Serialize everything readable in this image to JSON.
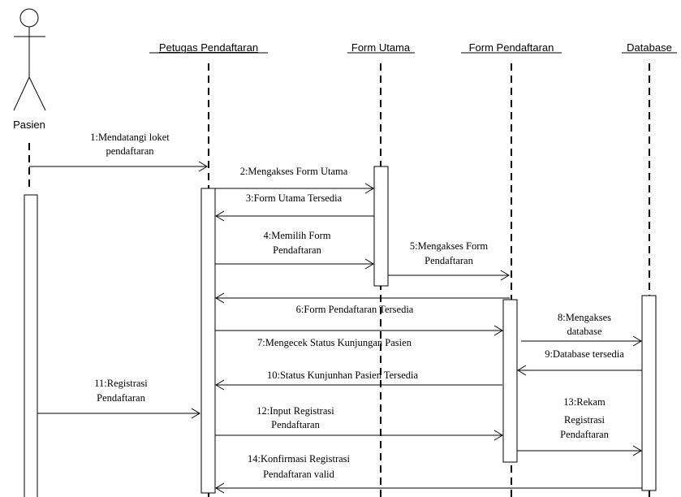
{
  "actor": {
    "name": "Pasien"
  },
  "objects": [
    {
      "id": "petugas",
      "name": "Petugas Pendaftaran"
    },
    {
      "id": "form_utama",
      "name": "Form Utama"
    },
    {
      "id": "form_pendaftaran",
      "name": "Form Pendaftaran"
    },
    {
      "id": "database",
      "name": "Database"
    }
  ],
  "messages": [
    {
      "num": 1,
      "from": "pasien",
      "to": "petugas",
      "lines": [
        "1:Mendatangi loket",
        "pendaftaran"
      ]
    },
    {
      "num": 2,
      "from": "petugas",
      "to": "form_utama",
      "lines": [
        "2:Mengakses Form Utama"
      ]
    },
    {
      "num": 3,
      "from": "form_utama",
      "to": "petugas",
      "lines": [
        "3:Form Utama Tersedia"
      ]
    },
    {
      "num": 4,
      "from": "petugas",
      "to": "form_utama",
      "lines": [
        "4:Memilih Form",
        "Pendaftaran"
      ]
    },
    {
      "num": 5,
      "from": "form_utama",
      "to": "form_pendaftaran",
      "lines": [
        "5:Mengakses Form",
        "Pendaftaran"
      ]
    },
    {
      "num": 6,
      "from": "form_pendaftaran",
      "to": "petugas",
      "lines": [
        "6:Form Pendaftaran Tersedia"
      ]
    },
    {
      "num": 7,
      "from": "petugas",
      "to": "form_pendaftaran",
      "lines": [
        "7:Mengecek Status Kunjungan Pasien"
      ]
    },
    {
      "num": 8,
      "from": "form_pendaftaran",
      "to": "database",
      "lines": [
        "8:Mengakses",
        "database"
      ]
    },
    {
      "num": 9,
      "from": "database",
      "to": "form_pendaftaran",
      "lines": [
        "9:Database tersedia"
      ]
    },
    {
      "num": 10,
      "from": "form_pendaftaran",
      "to": "petugas",
      "lines": [
        "10:Status Kunjunhan Pasien Tersedia"
      ]
    },
    {
      "num": 11,
      "from": "pasien",
      "to": "petugas",
      "lines": [
        "11:Registrasi",
        "Pendaftaran"
      ]
    },
    {
      "num": 12,
      "from": "petugas",
      "to": "form_pendaftaran",
      "lines": [
        "12:Input Registrasi",
        "Pendaftaran"
      ]
    },
    {
      "num": 13,
      "from": "form_pendaftaran",
      "to": "database",
      "lines": [
        "13:Rekam",
        "Registrasi",
        "Pendaftaran"
      ]
    },
    {
      "num": 14,
      "from": "database",
      "to": "petugas",
      "lines": [
        "14:Konfirmasi Registrasi",
        "Pendaftaran valid"
      ]
    }
  ]
}
